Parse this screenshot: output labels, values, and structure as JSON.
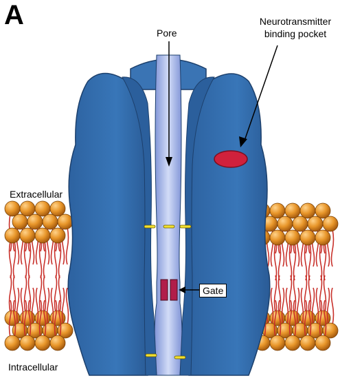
{
  "panel_letter": "A",
  "labels": {
    "pore": "Pore",
    "neurotransmitter_line1": "Neurotransmitter",
    "neurotransmitter_line2": "binding pocket",
    "extracellular": "Extracellular",
    "intracellular": "Intracellular",
    "gate": "Gate"
  },
  "colors": {
    "channel_blue": "#2f6aa8",
    "channel_dark": "#1f4f86",
    "pore_light": "#a9b9ea",
    "lipid_head": "#e8962a",
    "lipid_tail": "#c8302a",
    "binding_pocket": "#d0213c",
    "gate": "#b11d4a",
    "marker": "#f2e030"
  }
}
